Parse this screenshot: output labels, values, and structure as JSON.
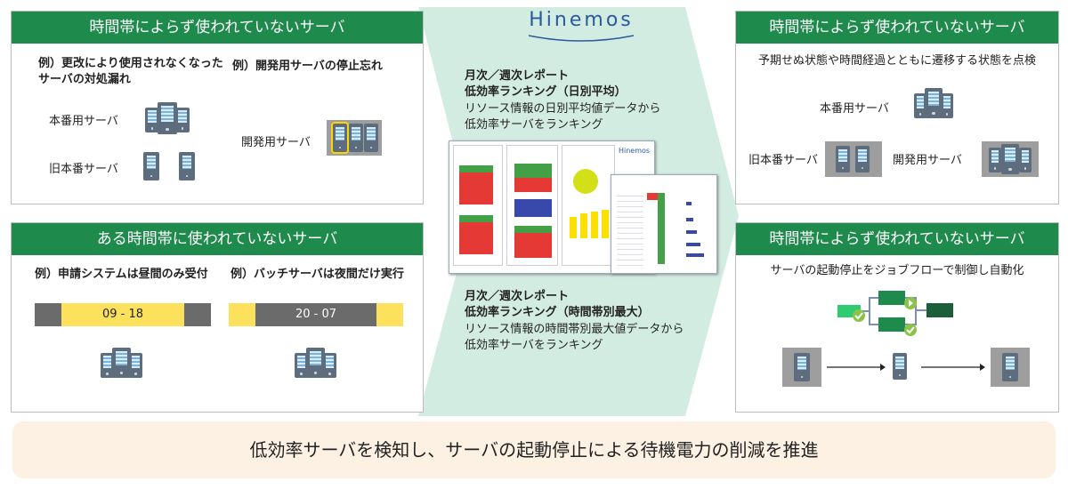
{
  "left_top": {
    "title": "時間帯によらず使われていないサーバ",
    "example1_title": "例）更改により使用されなくなった\nサーバの対処漏れ",
    "example2_title": "例）開発用サーバの停止忘れ",
    "label_prod": "本番用サーバ",
    "label_old": "旧本番サーバ",
    "label_dev": "開発用サーバ"
  },
  "left_bottom": {
    "title": "ある時間帯に使われていないサーバ",
    "example1_title": "例）申請システムは昼間のみ受付",
    "example2_title": "例）バッチサーバは夜間だけ実行",
    "bar1_label": "09 - 18",
    "bar2_label": "20 - 07"
  },
  "center": {
    "logo": "Hinemos",
    "report1_line1": "月次／週次レポート",
    "report1_line2": "低効率ランキング（日別平均）",
    "report1_line3": "リソース情報の日別平均値データから",
    "report1_line4": "低効率サーバをランキング",
    "report2_line1": "月次／週次レポート",
    "report2_line2": "低効率ランキング（時間帯別最大）",
    "report2_line3": "リソース情報の時間帯別最大値データから",
    "report2_line4": "低効率サーバをランキング"
  },
  "right_top": {
    "title": "時間帯によらず使われていないサーバ",
    "desc": "予期せぬ状態や時間経過とともに遷移する状態を点検",
    "label_prod": "本番用サーバ",
    "label_old": "旧本番サーバ",
    "label_dev": "開発用サーバ"
  },
  "right_bottom": {
    "title": "時間帯によらず使われていないサーバ",
    "desc": "サーバの起動停止をジョブフローで制御し自動化"
  },
  "footer": {
    "text": "低効率サーバを検知し、サーバの起動停止による待機電力の削減を推進"
  },
  "colors": {
    "header_green": "#1e8a4c",
    "bar_yellow": "#fce15c",
    "bar_grey": "#6b6b6b",
    "footer_bg": "#fdf1e4",
    "chevron": "#cfe9df"
  }
}
